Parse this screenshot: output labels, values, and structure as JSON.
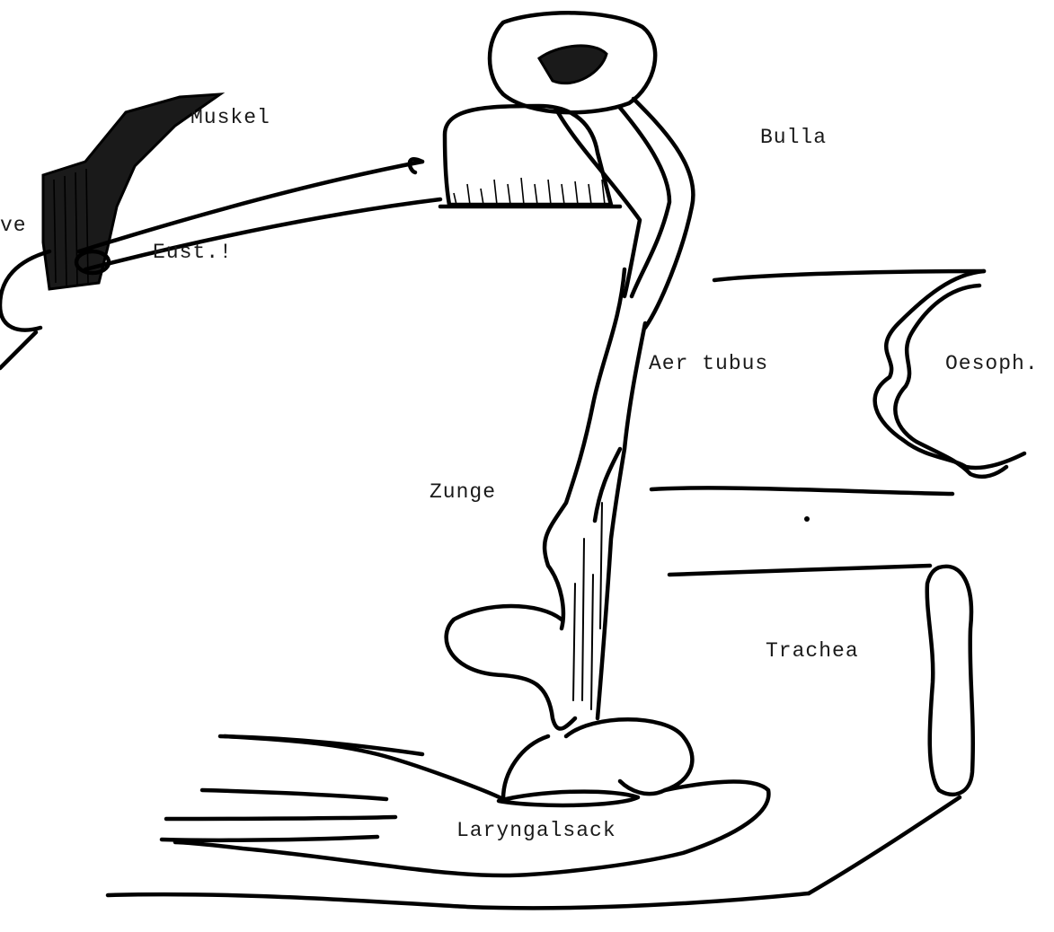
{
  "labels": {
    "muskel": "Muskel",
    "bulla": "Bulla",
    "eust": "Eust.!",
    "left_fragment": "ve",
    "aer_tubus": "Aer tubus",
    "oesoph": "Oesoph.",
    "zunge": "Zunge",
    "trachea": "Trachea",
    "laryngalsack": "Laryngalsack"
  },
  "style": {
    "ink_color": "#000000",
    "paper_color": "#ffffff"
  }
}
